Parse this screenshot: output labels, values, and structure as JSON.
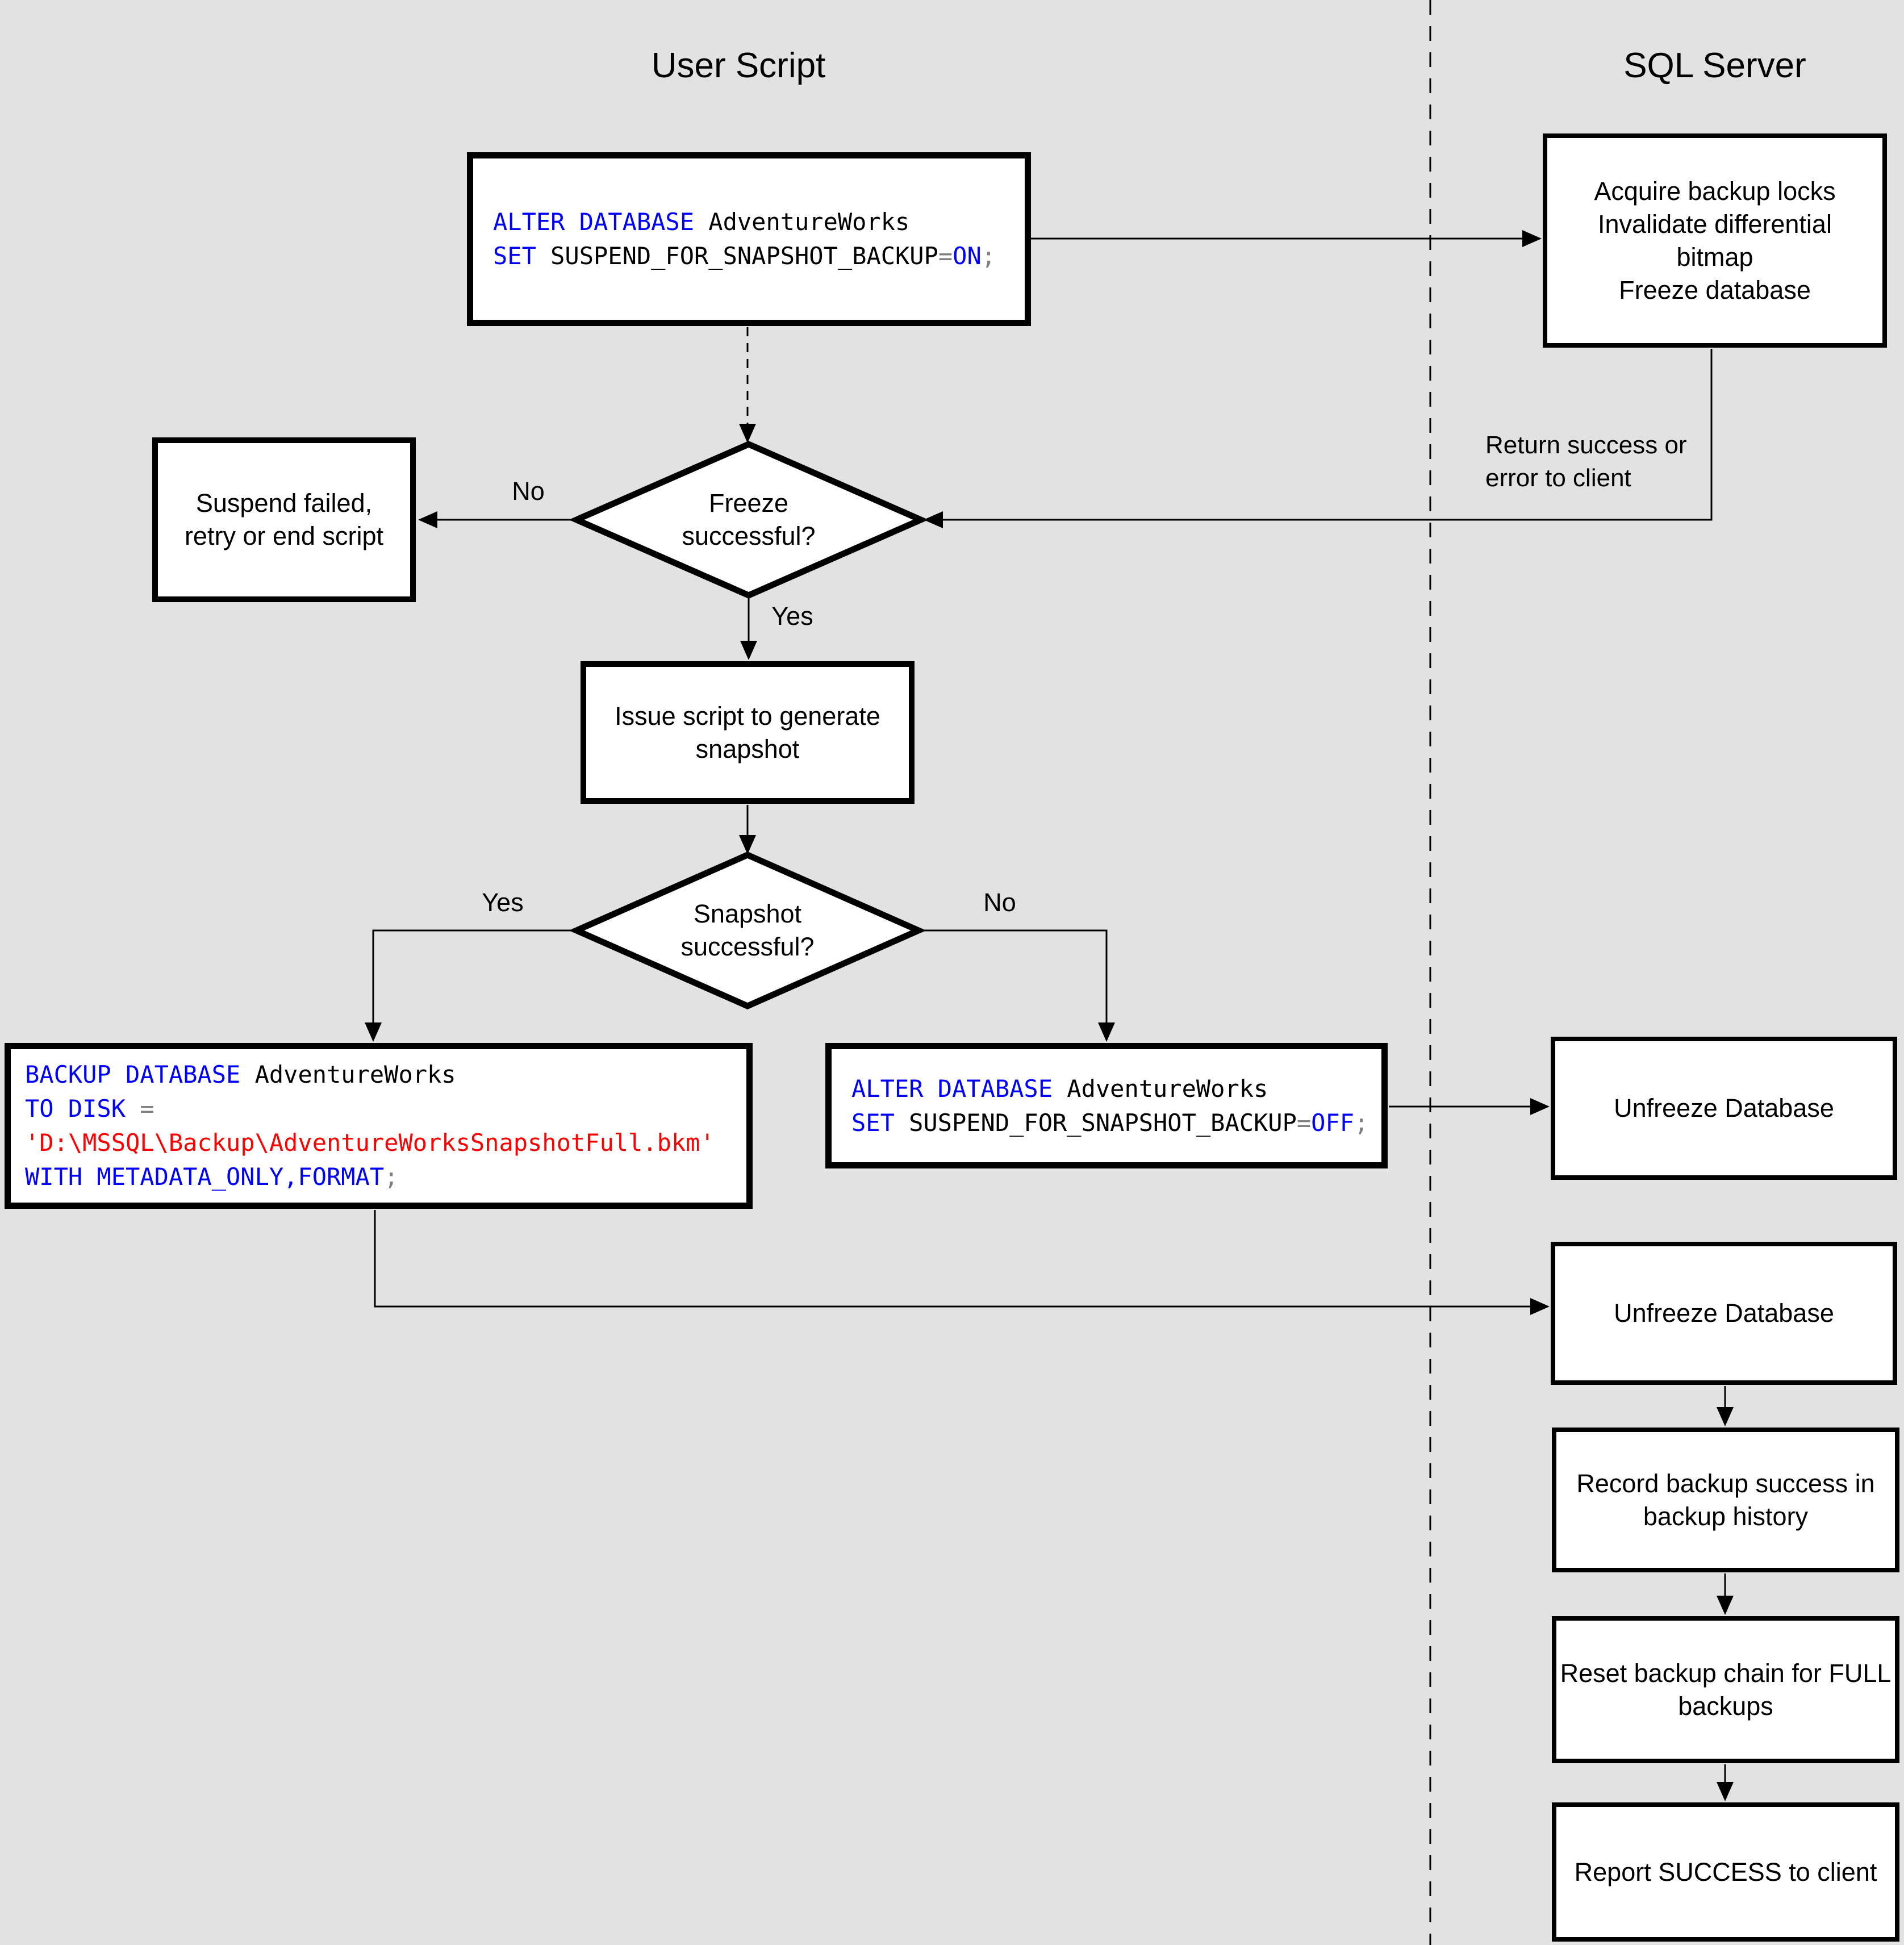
{
  "titles": {
    "user_script": "User Script",
    "sql_server": "SQL Server"
  },
  "colors": {
    "background": "#e2e2e2",
    "node_fill": "#ffffff",
    "node_border": "#000000",
    "connector": "#000000",
    "sql_keyword": "#0000ff",
    "sql_string": "#ff0000",
    "sql_operator": "#808080",
    "sql_plain": "#000000"
  },
  "labels": {
    "freeze_question": "Freeze\nsuccessful?",
    "snapshot_question": "Snapshot\nsuccessful?",
    "freeze_no": "No",
    "freeze_yes": "Yes",
    "snapshot_yes": "Yes",
    "snapshot_no": "No",
    "return_note": "Return success or\nerror to client",
    "suspend_failed": "Suspend failed,\nretry or end script",
    "acquire": "Acquire backup locks\nInvalidate differential\nbitmap\nFreeze database",
    "issue_script": "Issue script to generate\nsnapshot",
    "unfreeze_1": "Unfreeze Database",
    "unfreeze_2": "Unfreeze Database",
    "record_history": "Record backup success in\nbackup history",
    "reset_chain": "Reset backup chain for FULL\nbackups",
    "report_success": "Report SUCCESS to client"
  },
  "sql": {
    "alter_on": {
      "kw1": "ALTER DATABASE",
      "id1": " AdventureWorks",
      "kw2": "SET",
      "id2": " SUSPEND_FOR_SNAPSHOT_BACKUP",
      "op1": "=",
      "kw3": "ON",
      "op2": ";"
    },
    "backup": {
      "kw1": "BACKUP DATABASE",
      "id1": " AdventureWorks",
      "kw2": "TO DISK",
      "op1": " =",
      "str1": "'D:\\MSSQL\\Backup\\AdventureWorksSnapshotFull.bkm'",
      "kw3": "WITH METADATA_ONLY,FORMAT",
      "op2": ";"
    },
    "alter_off": {
      "kw1": "ALTER DATABASE",
      "id1": " AdventureWorks",
      "kw2": "SET",
      "id2": " SUSPEND_FOR_SNAPSHOT_BACKUP",
      "op1": "=",
      "kw3": "OFF",
      "op2": ";"
    }
  }
}
